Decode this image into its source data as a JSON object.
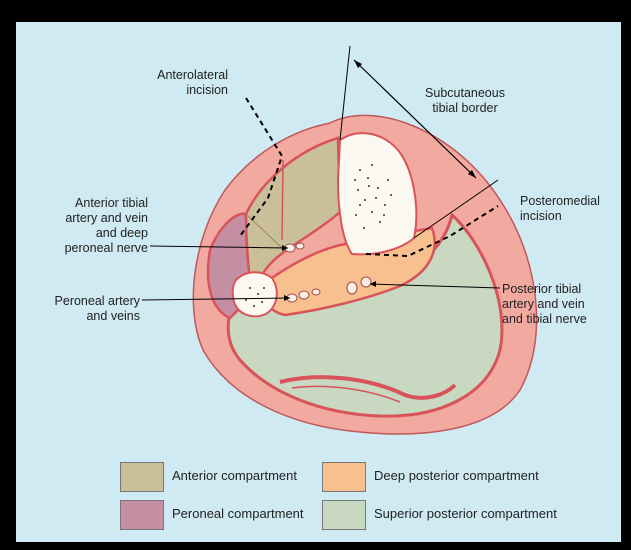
{
  "labels": {
    "anterolateral": [
      "Anterolateral",
      "incision"
    ],
    "subcutaneous": [
      "Subcutaneous",
      "tibial border"
    ],
    "posteromedial": [
      "Posteromedial",
      "incision"
    ],
    "anterior_tibial": [
      "Anterior tibial",
      "artery and vein",
      "and deep",
      "peroneal nerve"
    ],
    "peroneal_artery": [
      "Peroneal artery",
      "and veins"
    ],
    "posterior_tibial": [
      "Posterior tibial",
      "artery and vein",
      "and tibial nerve"
    ]
  },
  "legend": [
    {
      "label": "Anterior compartment",
      "color": "#c9bf99"
    },
    {
      "label": "Deep posterior compartment",
      "color": "#f8c08f"
    },
    {
      "label": "Peroneal compartment",
      "color": "#c58fa3"
    },
    {
      "label": "Superior posterior compartment",
      "color": "#c9d8c1"
    }
  ],
  "colors": {
    "background": "#cfeaf2",
    "skin": "#f1a9a0",
    "fascia": "#d9535a",
    "bone": "#fbf8ef"
  }
}
